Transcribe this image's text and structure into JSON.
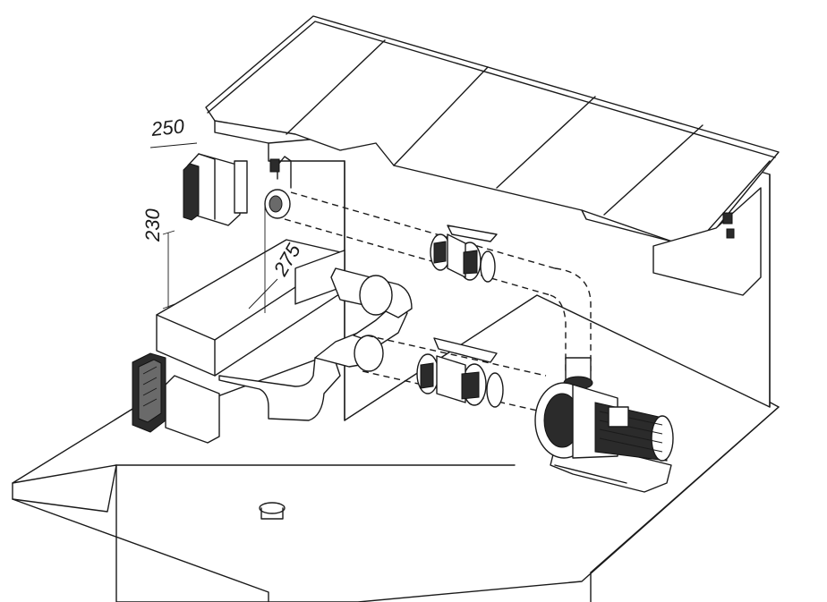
{
  "dimensions": {
    "width_label": "250",
    "height_label": "230",
    "depth_label": "275"
  },
  "colors": {
    "line": "#1a1a1a",
    "background": "#ffffff",
    "dark_fill": "#2b2b2b"
  }
}
